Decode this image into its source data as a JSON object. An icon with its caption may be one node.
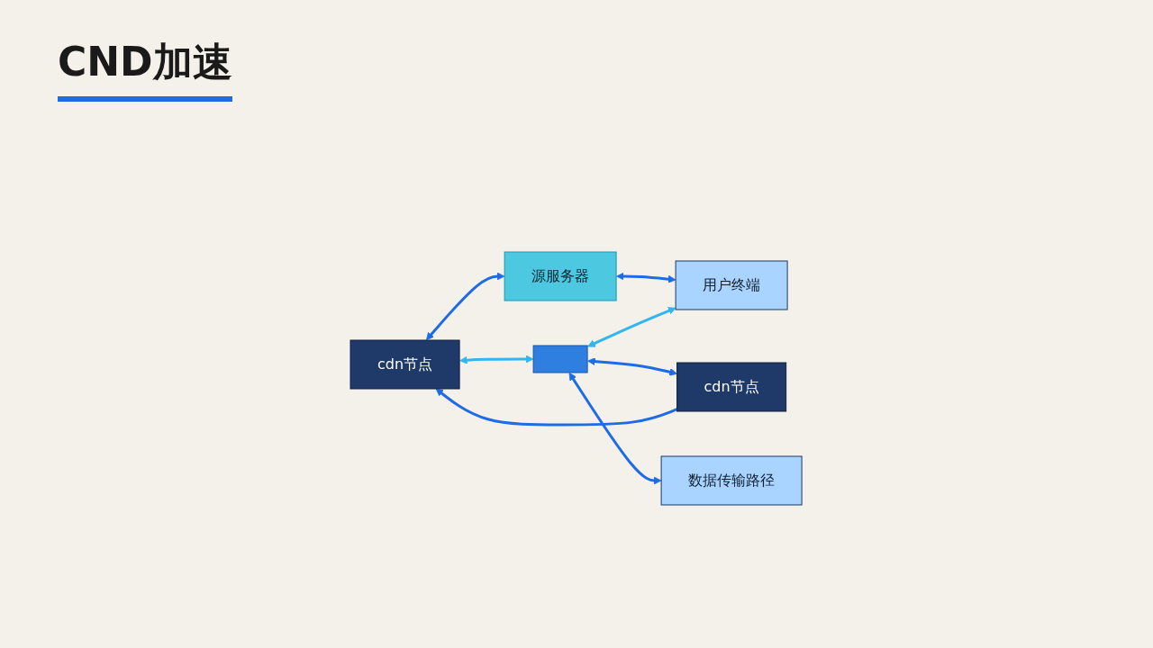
{
  "diagram": {
    "title": "CND加速",
    "nodes": [
      {
        "text": [
          "cdn节点"
        ]
      },
      {
        "text": [
          "源服务器"
        ]
      },
      {
        "text": [
          "用户终端"
        ]
      },
      {
        "text": [],
        "shape": "box"
      },
      {
        "text": [
          "cdn节点"
        ]
      },
      {
        "text": [
          "数据传输路径"
        ]
      }
    ],
    "edges": [
      {
        "from": 4,
        "to": 0,
        "arrow": "to"
      },
      {
        "from": 0,
        "to": 1,
        "arrow": "both"
      },
      {
        "from": 1,
        "to": 2,
        "arrow": "both"
      },
      {
        "from": 0,
        "to": 3,
        "arrow": "both",
        "color": "#33b5f0"
      },
      {
        "from": 3,
        "to": 2,
        "arrow": "both",
        "color": "#33b5f0"
      },
      {
        "from": 3,
        "to": 4,
        "arrow": "both"
      },
      {
        "from": 3,
        "to": 5,
        "arrow": "both"
      }
    ]
  }
}
